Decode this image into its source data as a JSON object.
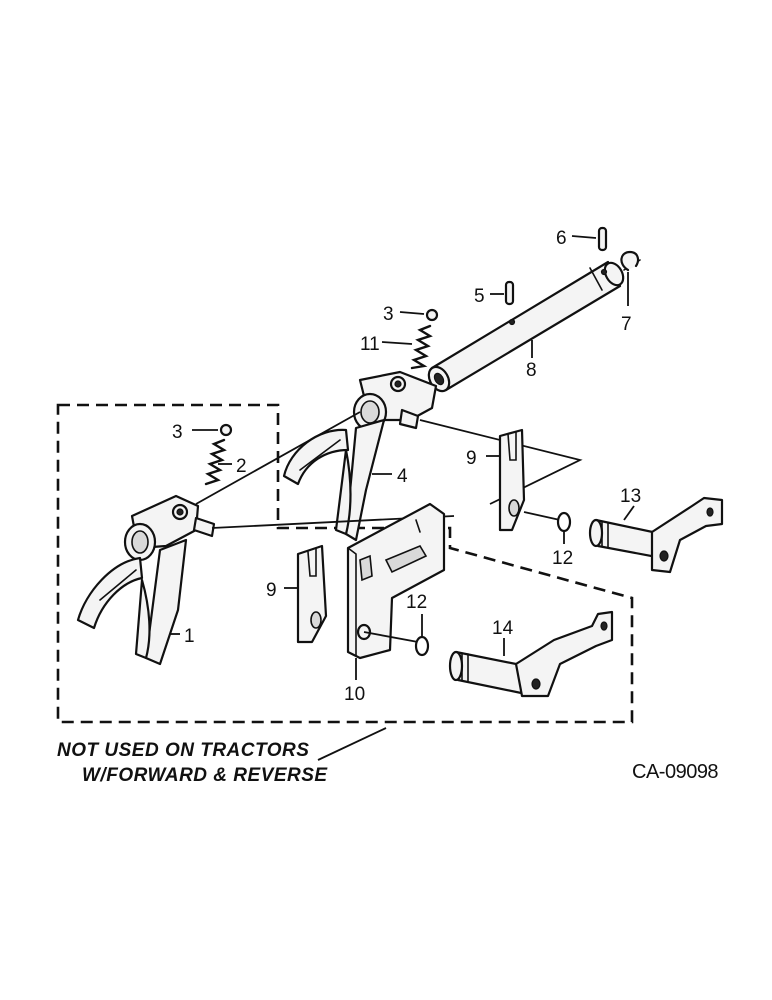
{
  "callouts": {
    "c1": "1",
    "c2": "2",
    "c3a": "3",
    "c3b": "3",
    "c4": "4",
    "c5": "5",
    "c6": "6",
    "c7": "7",
    "c8": "8",
    "c9a": "9",
    "c9b": "9",
    "c10": "10",
    "c11": "11",
    "c12a": "12",
    "c12b": "12",
    "c13": "13",
    "c14": "14"
  },
  "note": {
    "line1": "NOT USED ON TRACTORS",
    "line2": "W/FORWARD & REVERSE"
  },
  "drawing_code": "CA-09098"
}
